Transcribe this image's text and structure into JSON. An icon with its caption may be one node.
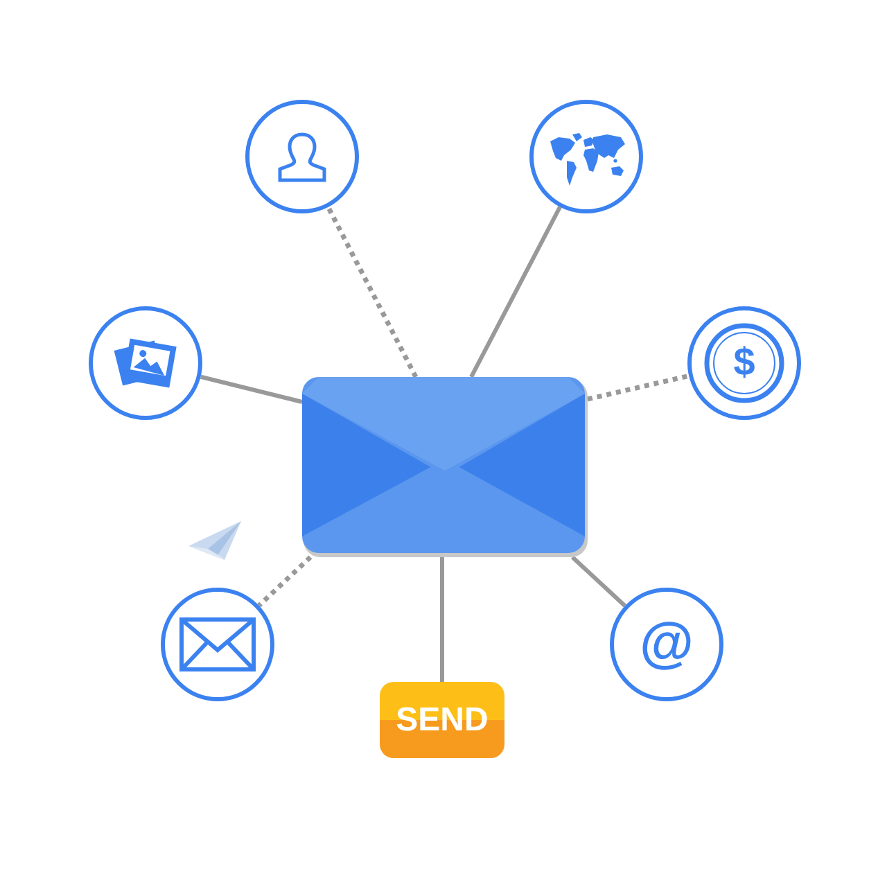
{
  "diagram": {
    "nodes": [
      {
        "text": [],
        "shape": "circle"
      },
      {
        "text": [],
        "shape": "circle"
      },
      {
        "text": [],
        "shape": "circle"
      },
      {
        "text": [
          "$"
        ]
      },
      {
        "text": [],
        "shape": "picture"
      },
      {
        "text": [],
        "shape": "circle"
      },
      {
        "text": [
          "@"
        ]
      },
      {
        "text": [
          "SEND"
        ]
      }
    ],
    "edges": [
      {
        "from": 4,
        "to": 0,
        "arrow": "none",
        "style": "dashed"
      },
      {
        "from": 4,
        "to": 1,
        "arrow": "none"
      },
      {
        "from": 4,
        "to": 2,
        "arrow": "none"
      },
      {
        "from": 4,
        "to": 3,
        "arrow": "none",
        "style": "dashed"
      },
      {
        "from": 4,
        "to": 5,
        "arrow": "none",
        "style": "dashed"
      },
      {
        "from": 4,
        "to": 6,
        "arrow": "none"
      },
      {
        "from": 4,
        "to": 7,
        "arrow": "none"
      }
    ]
  }
}
